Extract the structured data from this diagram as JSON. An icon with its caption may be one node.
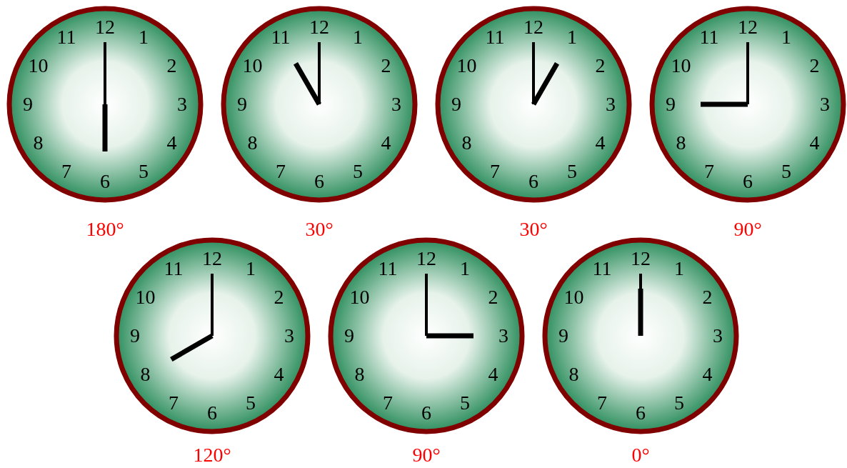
{
  "diagram": {
    "nodes": [
      {
        "text": [
          "12",
          "1",
          "2",
          "3",
          "4",
          "5",
          "6",
          "7",
          "8",
          "9",
          "10",
          "11"
        ]
      },
      {
        "text": [
          "12",
          "1",
          "2",
          "3",
          "4",
          "5",
          "6",
          "7",
          "8",
          "9",
          "10",
          "11"
        ]
      },
      {
        "text": [
          "12",
          "1",
          "2",
          "3",
          "4",
          "5",
          "6",
          "7",
          "8",
          "9",
          "10",
          "11"
        ]
      },
      {
        "text": [
          "12",
          "1",
          "2",
          "3",
          "4",
          "5",
          "6",
          "7",
          "8",
          "9",
          "10",
          "11"
        ]
      },
      {
        "text": [
          "12",
          "1",
          "2",
          "3",
          "4",
          "5",
          "6",
          "7",
          "8",
          "9",
          "10",
          "11"
        ]
      },
      {
        "text": [
          "12",
          "1",
          "2",
          "3",
          "4",
          "5",
          "6",
          "7",
          "8",
          "9",
          "10",
          "11"
        ]
      },
      {
        "text": [
          "12",
          "1",
          "2",
          "3",
          "4",
          "5",
          "6",
          "7",
          "8",
          "9",
          "10",
          "11"
        ]
      }
    ],
    "labels": [
      "180°",
      "30°",
      "30°",
      "90°",
      "120°",
      "90°",
      "0°"
    ]
  }
}
